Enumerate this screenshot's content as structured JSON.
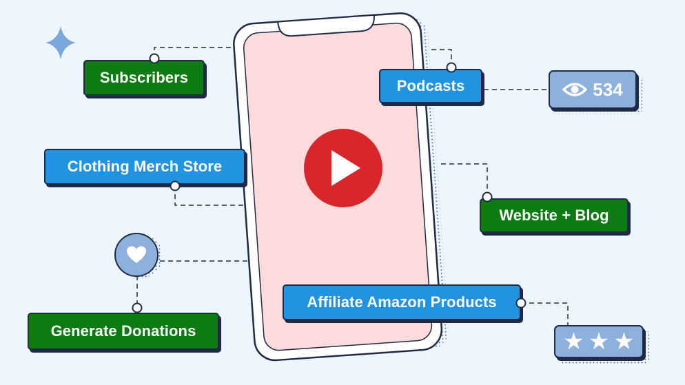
{
  "labels": {
    "subscribers": "Subscribers",
    "podcasts": "Podcasts",
    "clothing": "Clothing Merch Store",
    "website": "Website + Blog",
    "affiliate": "Affiliate Amazon Products",
    "donations": "Generate Donations"
  },
  "views": {
    "icon": "eye-icon",
    "count": "534"
  },
  "rating": {
    "icon": "star-icon",
    "stars": 3
  },
  "icons": {
    "play": "play-button-icon",
    "heart": "heart-icon",
    "sparkle": "sparkle-icon"
  },
  "colors": {
    "background": "#edf6fd",
    "green": "#0e7a12",
    "blue": "#2193e0",
    "badge": "#8db0dc",
    "phone_screen": "#fbdbdb",
    "play_red": "#d9262b",
    "outline": "#1f2a44"
  }
}
